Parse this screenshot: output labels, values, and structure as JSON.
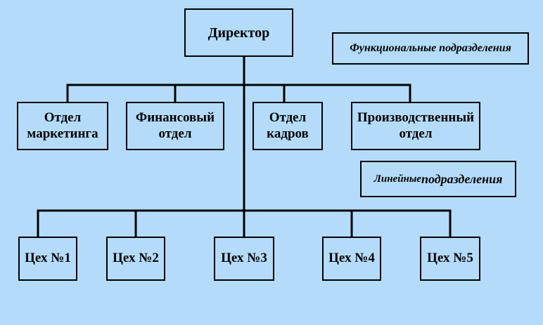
{
  "director": {
    "label": "Директор"
  },
  "functional": {
    "label": "Функциональные подразделения",
    "items": [
      {
        "label": "Отдел\nмаркетинга"
      },
      {
        "label": "Финансовый\nотдел"
      },
      {
        "label": "Отдел\nкадров"
      },
      {
        "label": "Производственный\nотдел"
      }
    ]
  },
  "linear": {
    "label_part1": "Линейные ",
    "label_part2": "подразделения",
    "items": [
      {
        "label": "Цех №1"
      },
      {
        "label": "Цех №2"
      },
      {
        "label": "Цех №3"
      },
      {
        "label": "Цех №4"
      },
      {
        "label": "Цех №5"
      }
    ]
  },
  "colors": {
    "background": "#b4dcfa",
    "line": "#000000"
  }
}
